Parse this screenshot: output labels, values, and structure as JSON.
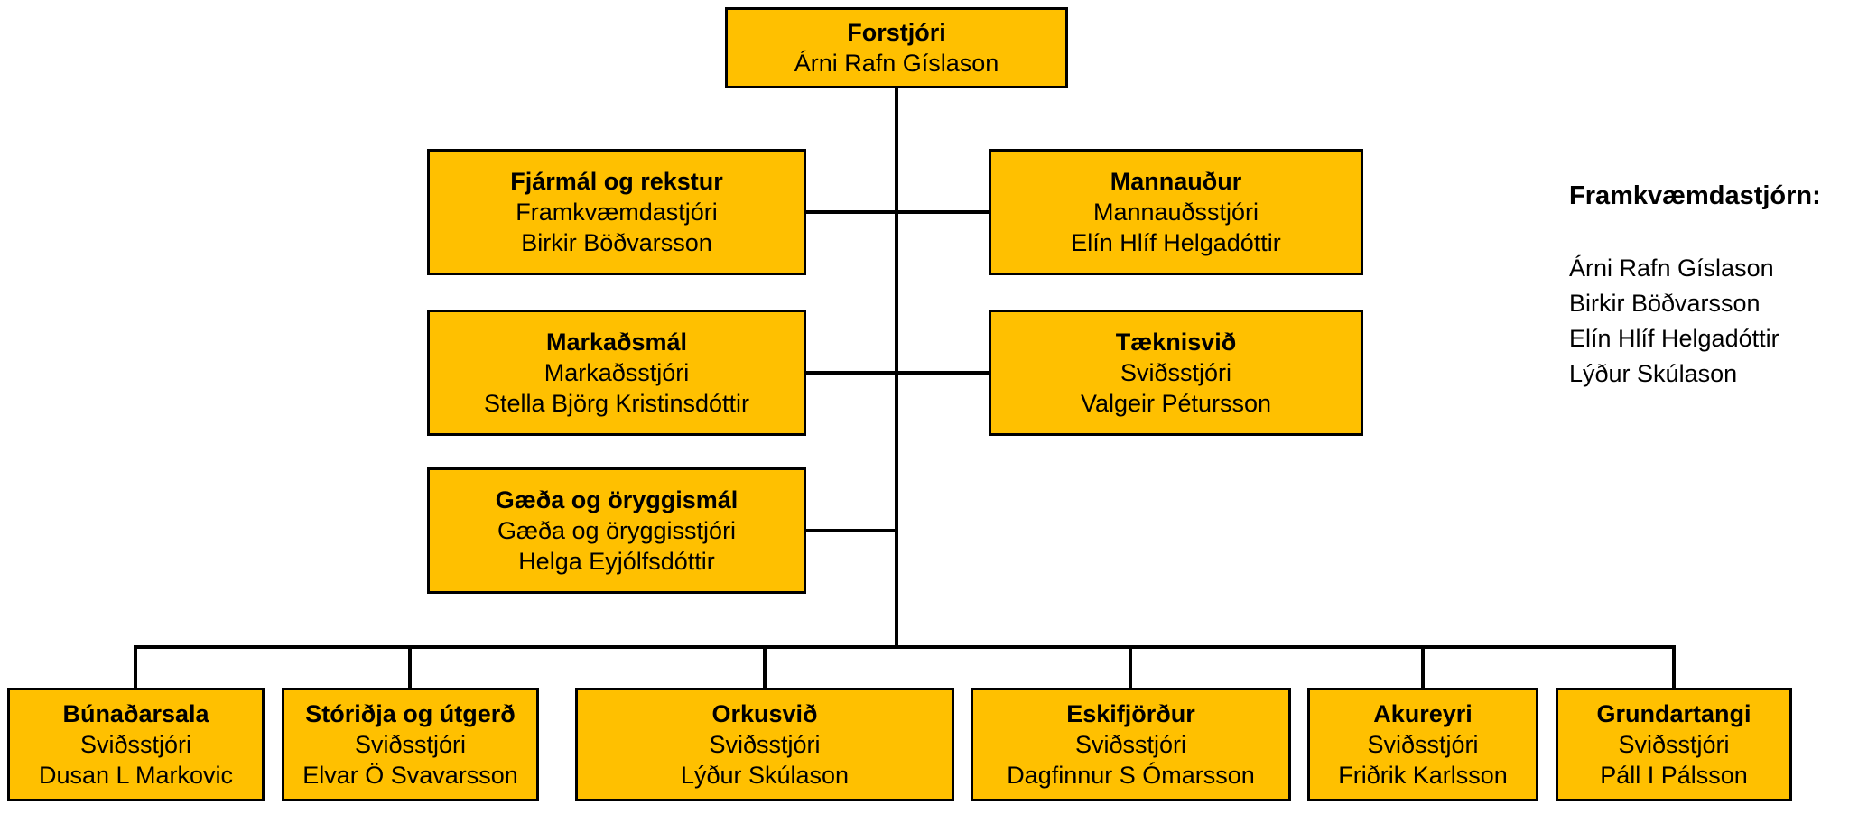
{
  "colors": {
    "node_fill": "#FFC000",
    "node_border": "#000000",
    "connector": "#000000",
    "text": "#000000",
    "background": "#ffffff"
  },
  "root": {
    "title": "Forstjóri",
    "name": "Árni Rafn Gíslason"
  },
  "middle_left": [
    {
      "title": "Fjármál og rekstur",
      "role": "Framkvæmdastjóri",
      "name": "Birkir Böðvarsson"
    },
    {
      "title": "Markaðsmál",
      "role": "Markaðsstjóri",
      "name": "Stella Björg Kristinsdóttir"
    },
    {
      "title": "Gæða og öryggismál",
      "role": "Gæða og öryggisstjóri",
      "name": "Helga Eyjólfsdóttir"
    }
  ],
  "middle_right": [
    {
      "title": "Mannauður",
      "role": "Mannauðsstjóri",
      "name": "Elín Hlíf Helgadóttir"
    },
    {
      "title": "Tæknisvið",
      "role": "Sviðsstjóri",
      "name": "Valgeir Pétursson"
    }
  ],
  "bottom": [
    {
      "title": "Búnaðarsala",
      "role": "Sviðsstjóri",
      "name": "Dusan L Markovic"
    },
    {
      "title": "Stóriðja og útgerð",
      "role": "Sviðsstjóri",
      "name": "Elvar Ö Svavarsson"
    },
    {
      "title": "Orkusvið",
      "role": "Sviðsstjóri",
      "name": "Lýður Skúlason"
    },
    {
      "title": "Eskifjörður",
      "role": "Sviðsstjóri",
      "name": "Dagfinnur S Ómarsson"
    },
    {
      "title": "Akureyri",
      "role": "Sviðsstjóri",
      "name": "Friðrik Karlsson"
    },
    {
      "title": "Grundartangi",
      "role": "Sviðsstjóri",
      "name": "Páll I Pálsson"
    }
  ],
  "board": {
    "heading": "Framkvæmdastjórn:",
    "members": [
      "Árni Rafn Gíslason",
      "Birkir Böðvarsson",
      "Elín Hlíf Helgadóttir",
      "Lýður Skúlason"
    ]
  }
}
